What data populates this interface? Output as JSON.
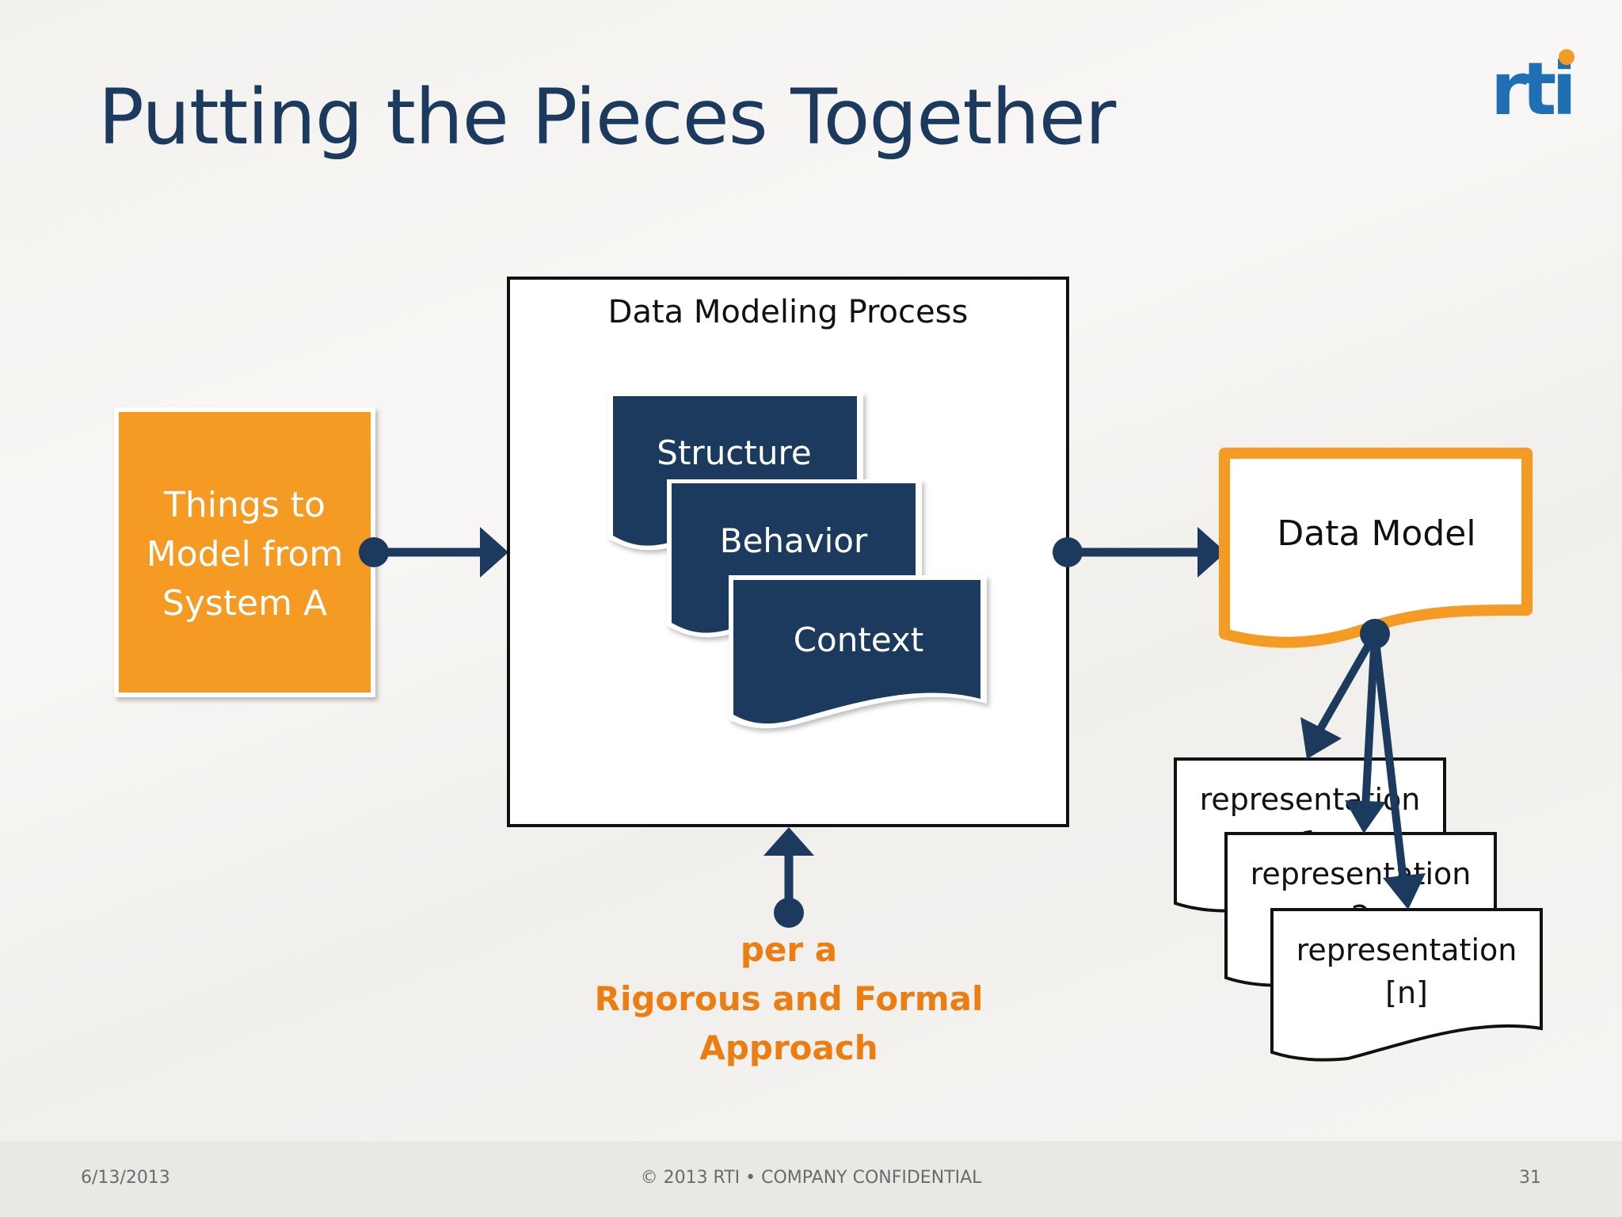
{
  "slide": {
    "title": "Putting the Pieces Together",
    "logo_text": "rti"
  },
  "diagram": {
    "source_box": {
      "lines": [
        "Things to",
        "Model from",
        "System A"
      ]
    },
    "process_box": {
      "title": "Data Modeling Process",
      "documents": [
        "Structure",
        "Behavior",
        "Context"
      ]
    },
    "output_box": {
      "label": "Data Model"
    },
    "representations": [
      {
        "lines": [
          "representation",
          "1"
        ]
      },
      {
        "lines": [
          "representation",
          "2"
        ]
      },
      {
        "lines": [
          "representation",
          "[n]"
        ]
      }
    ],
    "approach": {
      "lines": [
        "per a",
        "Rigorous and Formal",
        "Approach"
      ]
    }
  },
  "footer": {
    "date": "6/13/2013",
    "copyright": "© 2013 RTI • COMPANY CONFIDENTIAL",
    "page_number": "31"
  },
  "colors": {
    "navy": "#1b3a5e",
    "orange": "#f59a23",
    "orange_text": "#ee7d11",
    "logo_dot": "#f59a23"
  }
}
